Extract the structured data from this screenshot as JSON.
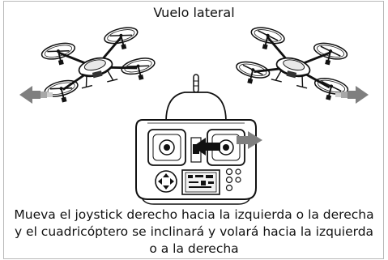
{
  "title": "Vuelo lateral",
  "caption": "Mueva el joystick derecho hacia la izquierda o la derecha y el cuadricóptero se inclinará y volará hacia la izquierda o a la derecha",
  "arrow_color": "#888888",
  "line_color": "#111111",
  "icons": [
    "quadcopter-left",
    "quadcopter-right",
    "remote-controller",
    "left-arrow",
    "right-arrow"
  ]
}
